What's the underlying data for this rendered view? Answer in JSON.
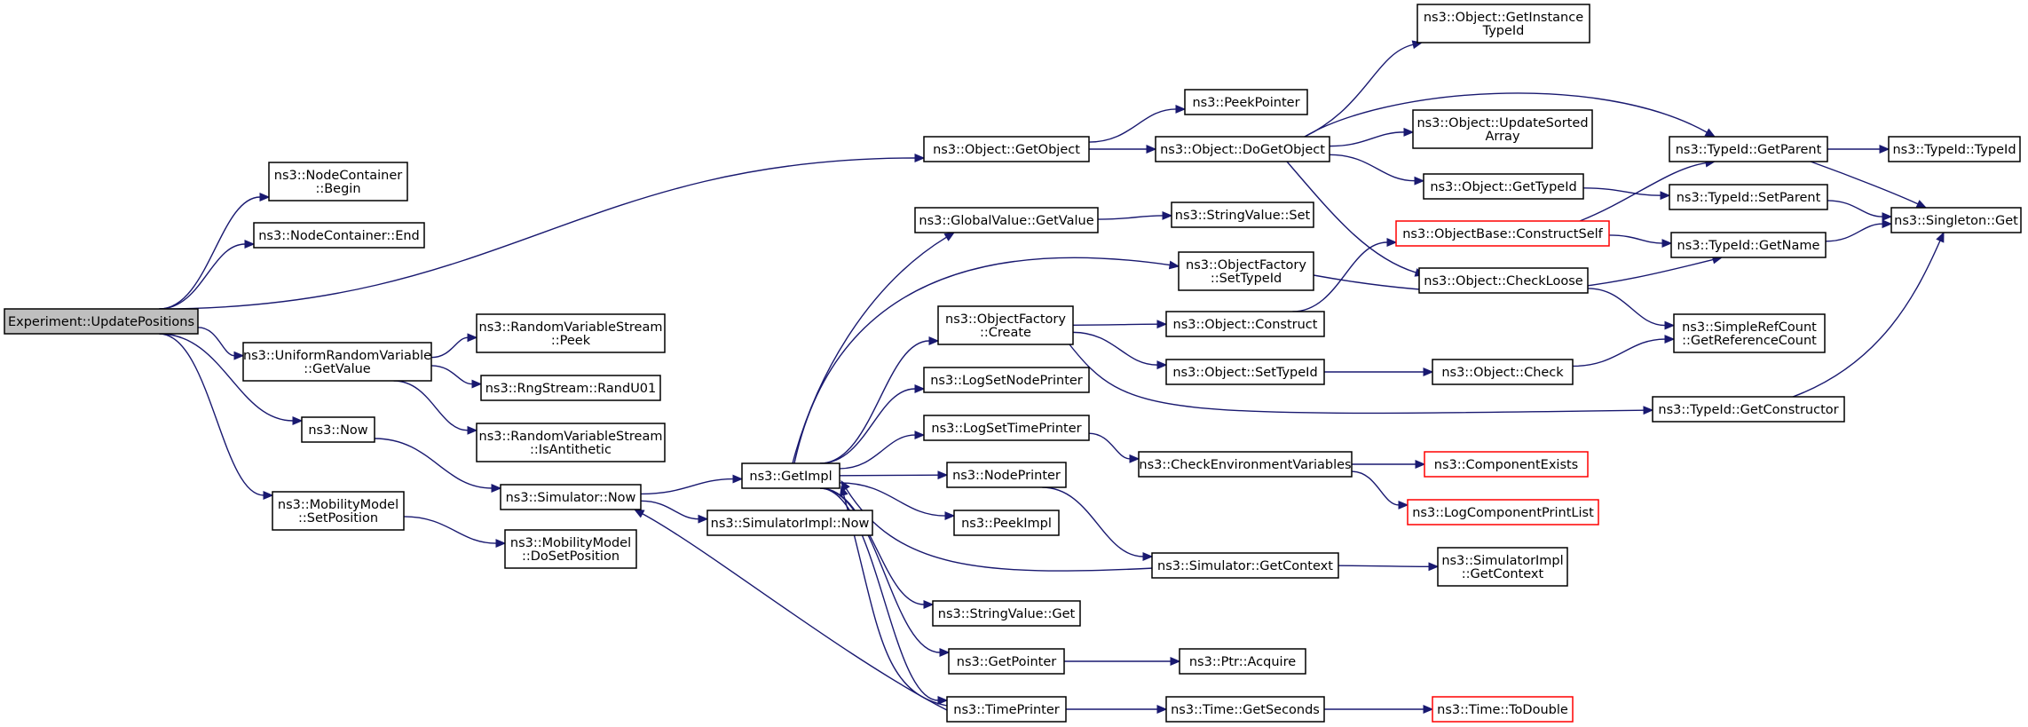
{
  "colors": {
    "node_border": "#000000",
    "external_border": "#ff0000",
    "root_fill": "#bfbfbf",
    "edge": "#191970",
    "background": "#ffffff"
  },
  "nodes": [
    {
      "id": "root",
      "lines": [
        "Experiment::UpdatePositions"
      ],
      "style": "root"
    },
    {
      "id": "nc_begin",
      "lines": [
        "ns3::NodeContainer",
        "::Begin"
      ]
    },
    {
      "id": "nc_end",
      "lines": [
        "ns3::NodeContainer::End"
      ]
    },
    {
      "id": "urv_getvalue",
      "lines": [
        "ns3::UniformRandomVariable",
        "::GetValue"
      ]
    },
    {
      "id": "now",
      "lines": [
        "ns3::Now"
      ]
    },
    {
      "id": "mm_setpos",
      "lines": [
        "ns3::MobilityModel",
        "::SetPosition"
      ]
    },
    {
      "id": "rvs_peek",
      "lines": [
        "ns3::RandomVariableStream",
        "::Peek"
      ]
    },
    {
      "id": "rng_randu01",
      "lines": [
        "ns3::RngStream::RandU01"
      ]
    },
    {
      "id": "rvs_isanti",
      "lines": [
        "ns3::RandomVariableStream",
        "::IsAntithetic"
      ]
    },
    {
      "id": "sim_now",
      "lines": [
        "ns3::Simulator::Now"
      ]
    },
    {
      "id": "mm_dosetpos",
      "lines": [
        "ns3::MobilityModel",
        "::DoSetPosition"
      ]
    },
    {
      "id": "getimpl",
      "lines": [
        "ns3::GetImpl"
      ]
    },
    {
      "id": "simimpl_now",
      "lines": [
        "ns3::SimulatorImpl::Now"
      ]
    },
    {
      "id": "obj_getobject",
      "lines": [
        "ns3::Object::GetObject"
      ]
    },
    {
      "id": "peekpointer",
      "lines": [
        "ns3::PeekPointer"
      ]
    },
    {
      "id": "obj_dogetobject",
      "lines": [
        "ns3::Object::DoGetObject"
      ]
    },
    {
      "id": "obj_getinstance",
      "lines": [
        "ns3::Object::GetInstance",
        "TypeId"
      ]
    },
    {
      "id": "obj_updatesorted",
      "lines": [
        "ns3::Object::UpdateSorted",
        "Array"
      ]
    },
    {
      "id": "obj_gettypeid",
      "lines": [
        "ns3::Object::GetTypeId"
      ]
    },
    {
      "id": "obj_checkloose",
      "lines": [
        "ns3::Object::CheckLoose"
      ]
    },
    {
      "id": "gv_getvalue",
      "lines": [
        "ns3::GlobalValue::GetValue"
      ]
    },
    {
      "id": "sv_set",
      "lines": [
        "ns3::StringValue::Set"
      ]
    },
    {
      "id": "of_settypeid",
      "lines": [
        "ns3::ObjectFactory",
        "::SetTypeId"
      ]
    },
    {
      "id": "of_create",
      "lines": [
        "ns3::ObjectFactory",
        "::Create"
      ]
    },
    {
      "id": "obj_construct",
      "lines": [
        "ns3::Object::Construct"
      ]
    },
    {
      "id": "obj_settypeid",
      "lines": [
        "ns3::Object::SetTypeId"
      ]
    },
    {
      "id": "obj_check",
      "lines": [
        "ns3::Object::Check"
      ]
    },
    {
      "id": "ob_constructself",
      "lines": [
        "ns3::ObjectBase::ConstructSelf"
      ],
      "style": "external"
    },
    {
      "id": "logsetnodeprinter",
      "lines": [
        "ns3::LogSetNodePrinter"
      ]
    },
    {
      "id": "logsettimeprinter",
      "lines": [
        "ns3::LogSetTimePrinter"
      ]
    },
    {
      "id": "nodeprinter",
      "lines": [
        "ns3::NodePrinter"
      ]
    },
    {
      "id": "peekimpl",
      "lines": [
        "ns3::PeekImpl"
      ]
    },
    {
      "id": "checkenv",
      "lines": [
        "ns3::CheckEnvironmentVariables"
      ]
    },
    {
      "id": "compexists",
      "lines": [
        "ns3::ComponentExists"
      ],
      "style": "external"
    },
    {
      "id": "logcompprint",
      "lines": [
        "ns3::LogComponentPrintList"
      ],
      "style": "external"
    },
    {
      "id": "sim_getcontext",
      "lines": [
        "ns3::Simulator::GetContext"
      ]
    },
    {
      "id": "simimpl_getcontext",
      "lines": [
        "ns3::SimulatorImpl",
        "::GetContext"
      ]
    },
    {
      "id": "sv_get",
      "lines": [
        "ns3::StringValue::Get"
      ]
    },
    {
      "id": "getpointer",
      "lines": [
        "ns3::GetPointer"
      ]
    },
    {
      "id": "ptr_acquire",
      "lines": [
        "ns3::Ptr::Acquire"
      ]
    },
    {
      "id": "timeprinter",
      "lines": [
        "ns3::TimePrinter"
      ]
    },
    {
      "id": "time_getseconds",
      "lines": [
        "ns3::Time::GetSeconds"
      ]
    },
    {
      "id": "time_todouble",
      "lines": [
        "ns3::Time::ToDouble"
      ],
      "style": "external"
    },
    {
      "id": "tid_getparent",
      "lines": [
        "ns3::TypeId::GetParent"
      ]
    },
    {
      "id": "tid_typeid",
      "lines": [
        "ns3::TypeId::TypeId"
      ]
    },
    {
      "id": "tid_setparent",
      "lines": [
        "ns3::TypeId::SetParent"
      ]
    },
    {
      "id": "singleton_get",
      "lines": [
        "ns3::Singleton::Get"
      ]
    },
    {
      "id": "tid_getname",
      "lines": [
        "ns3::TypeId::GetName"
      ]
    },
    {
      "id": "src_getrefcount",
      "lines": [
        "ns3::SimpleRefCount",
        "::GetReferenceCount"
      ]
    },
    {
      "id": "tid_getconstructor",
      "lines": [
        "ns3::TypeId::GetConstructor"
      ]
    }
  ],
  "edges": [
    {
      "from": "root",
      "to": "nc_begin"
    },
    {
      "from": "root",
      "to": "nc_end"
    },
    {
      "from": "root",
      "to": "obj_getobject"
    },
    {
      "from": "root",
      "to": "urv_getvalue"
    },
    {
      "from": "root",
      "to": "now"
    },
    {
      "from": "root",
      "to": "mm_setpos"
    },
    {
      "from": "urv_getvalue",
      "to": "rvs_peek"
    },
    {
      "from": "urv_getvalue",
      "to": "rng_randu01"
    },
    {
      "from": "urv_getvalue",
      "to": "rvs_isanti"
    },
    {
      "from": "now",
      "to": "sim_now"
    },
    {
      "from": "mm_setpos",
      "to": "mm_dosetpos"
    },
    {
      "from": "sim_now",
      "to": "getimpl"
    },
    {
      "from": "sim_now",
      "to": "simimpl_now"
    },
    {
      "from": "obj_getobject",
      "to": "peekpointer"
    },
    {
      "from": "obj_getobject",
      "to": "obj_dogetobject"
    },
    {
      "from": "obj_dogetobject",
      "to": "obj_getinstance"
    },
    {
      "from": "obj_dogetobject",
      "to": "obj_updatesorted"
    },
    {
      "from": "obj_dogetobject",
      "to": "obj_gettypeid"
    },
    {
      "from": "obj_dogetobject",
      "to": "obj_checkloose"
    },
    {
      "from": "obj_dogetobject",
      "to": "tid_getparent"
    },
    {
      "from": "obj_gettypeid",
      "to": "tid_setparent"
    },
    {
      "from": "obj_checkloose",
      "to": "src_getrefcount"
    },
    {
      "from": "getimpl",
      "to": "gv_getvalue"
    },
    {
      "from": "getimpl",
      "to": "of_settypeid"
    },
    {
      "from": "getimpl",
      "to": "of_create"
    },
    {
      "from": "getimpl",
      "to": "logsetnodeprinter"
    },
    {
      "from": "getimpl",
      "to": "logsettimeprinter"
    },
    {
      "from": "getimpl",
      "to": "nodeprinter"
    },
    {
      "from": "getimpl",
      "to": "peekimpl"
    },
    {
      "from": "getimpl",
      "to": "sv_get"
    },
    {
      "from": "getimpl",
      "to": "getpointer"
    },
    {
      "from": "getimpl",
      "to": "timeprinter"
    },
    {
      "from": "gv_getvalue",
      "to": "sv_set"
    },
    {
      "from": "of_settypeid",
      "to": "tid_getname"
    },
    {
      "from": "of_create",
      "to": "obj_construct"
    },
    {
      "from": "of_create",
      "to": "obj_settypeid"
    },
    {
      "from": "of_create",
      "to": "tid_getconstructor"
    },
    {
      "from": "obj_construct",
      "to": "ob_constructself"
    },
    {
      "from": "obj_settypeid",
      "to": "obj_check"
    },
    {
      "from": "obj_check",
      "to": "src_getrefcount"
    },
    {
      "from": "ob_constructself",
      "to": "tid_getparent"
    },
    {
      "from": "ob_constructself",
      "to": "tid_getname"
    },
    {
      "from": "logsettimeprinter",
      "to": "checkenv"
    },
    {
      "from": "checkenv",
      "to": "compexists"
    },
    {
      "from": "checkenv",
      "to": "logcompprint"
    },
    {
      "from": "nodeprinter",
      "to": "sim_getcontext"
    },
    {
      "from": "sim_getcontext",
      "to": "getimpl"
    },
    {
      "from": "sim_getcontext",
      "to": "simimpl_getcontext"
    },
    {
      "from": "getpointer",
      "to": "ptr_acquire"
    },
    {
      "from": "timeprinter",
      "to": "time_getseconds"
    },
    {
      "from": "timeprinter",
      "to": "sim_now"
    },
    {
      "from": "timeprinter",
      "to": "getimpl"
    },
    {
      "from": "time_getseconds",
      "to": "time_todouble"
    },
    {
      "from": "tid_getparent",
      "to": "tid_typeid"
    },
    {
      "from": "tid_getparent",
      "to": "singleton_get"
    },
    {
      "from": "tid_setparent",
      "to": "singleton_get"
    },
    {
      "from": "tid_getname",
      "to": "singleton_get"
    },
    {
      "from": "tid_getconstructor",
      "to": "singleton_get"
    }
  ]
}
